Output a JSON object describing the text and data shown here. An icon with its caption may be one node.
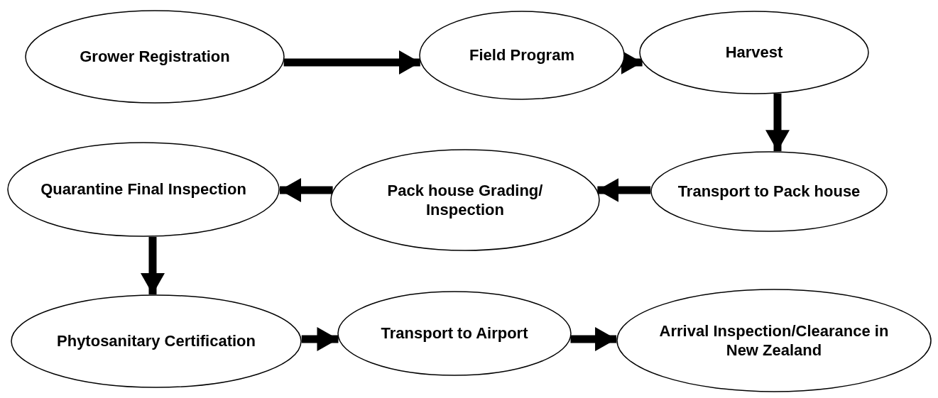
{
  "diagram": {
    "nodes": [
      {
        "text": [
          "Grower Registration"
        ]
      },
      {
        "text": [
          "Field Program"
        ]
      },
      {
        "text": [
          "Harvest"
        ]
      },
      {
        "text": [
          "Transport to Pack house"
        ]
      },
      {
        "text": [
          "Pack house Grading/ Inspection"
        ]
      },
      {
        "text": [
          "Quarantine Final Inspection"
        ]
      },
      {
        "text": [
          "Phytosanitary Certification"
        ]
      },
      {
        "text": [
          "Transport to Airport"
        ]
      },
      {
        "text": [
          "Arrival Inspection/Clearance in New Zealand"
        ]
      }
    ],
    "edges": [
      {
        "from": 0,
        "to": 1,
        "arrow": "to"
      },
      {
        "from": 1,
        "to": 2,
        "arrow": "to"
      },
      {
        "from": 2,
        "to": 3,
        "arrow": "to"
      },
      {
        "from": 3,
        "to": 4,
        "arrow": "to"
      },
      {
        "from": 4,
        "to": 5,
        "arrow": "to"
      },
      {
        "from": 5,
        "to": 6,
        "arrow": "to"
      },
      {
        "from": 6,
        "to": 7,
        "arrow": "to"
      },
      {
        "from": 7,
        "to": 8,
        "arrow": "to"
      }
    ]
  }
}
